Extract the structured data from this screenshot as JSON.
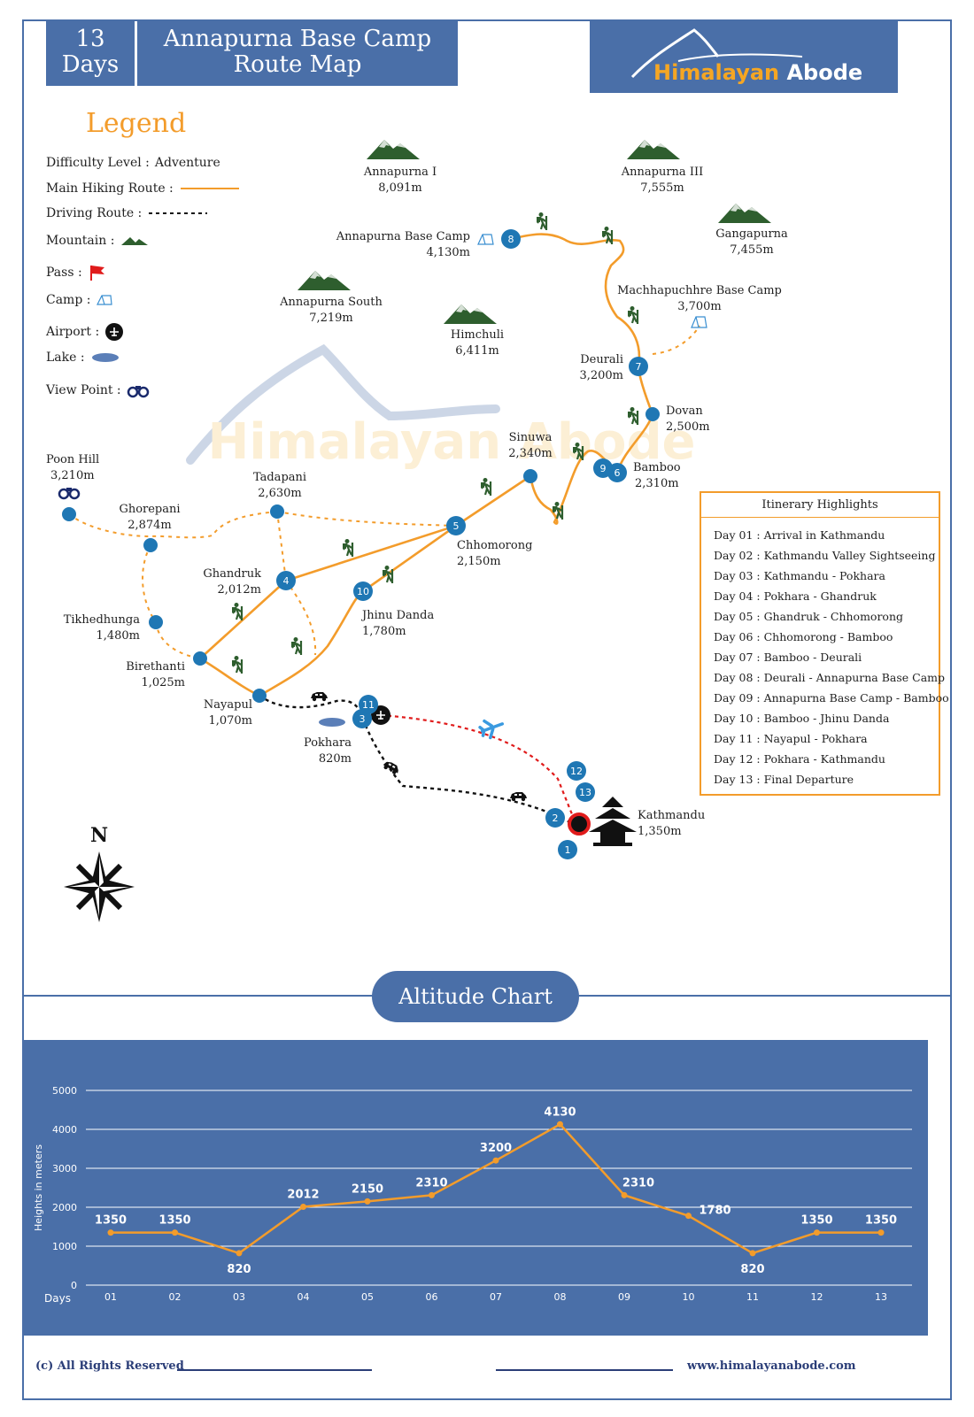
{
  "header": {
    "days_number": "13",
    "days_word": "Days",
    "title_line1": "Annapurna Base Camp",
    "title_line2": "Route Map",
    "brand_part1": "Himalayan",
    "brand_part2": "Abode"
  },
  "legend": {
    "title": "Legend",
    "difficulty_label": "Difficulty Level :",
    "difficulty_value": "Adventure",
    "main_route": "Main Hiking Route :",
    "driving_route": "Driving Route :",
    "mountain": "Mountain :",
    "pass": "Pass :",
    "camp": "Camp :",
    "airport": "Airport :",
    "lake": "Lake :",
    "viewpoint": "View Point :"
  },
  "watermark": "Himalayan Abode",
  "mountains": [
    {
      "name": "Annapurna I",
      "alt": "8,091m"
    },
    {
      "name": "Annapurna III",
      "alt": "7,555m"
    },
    {
      "name": "Gangapurna",
      "alt": "7,455m"
    },
    {
      "name": "Annapurna South",
      "alt": "7,219m"
    },
    {
      "name": "Himchuli",
      "alt": "6,411m"
    }
  ],
  "places": {
    "abc": {
      "name": "Annapurna Base Camp",
      "alt": "4,130m"
    },
    "mbc": {
      "name": "Machhapuchhre Base Camp",
      "alt": "3,700m"
    },
    "deurali": {
      "name": "Deurali",
      "alt": "3,200m"
    },
    "dovan": {
      "name": "Dovan",
      "alt": "2,500m"
    },
    "sinuwa": {
      "name": "Sinuwa",
      "alt": "2,340m"
    },
    "bamboo": {
      "name": "Bamboo",
      "alt": "2,310m"
    },
    "poonhill": {
      "name": "Poon Hill",
      "alt": "3,210m"
    },
    "ghorepani": {
      "name": "Ghorepani",
      "alt": "2,874m"
    },
    "tadapani": {
      "name": "Tadapani",
      "alt": "2,630m"
    },
    "chhomorong": {
      "name": "Chhomorong",
      "alt": "2,150m"
    },
    "ghandruk": {
      "name": "Ghandruk",
      "alt": "2,012m"
    },
    "jhinu": {
      "name": "Jhinu Danda",
      "alt": "1,780m"
    },
    "tikhedhunga": {
      "name": "Tikhedhunga",
      "alt": "1,480m"
    },
    "birethanti": {
      "name": "Birethanti",
      "alt": "1,025m"
    },
    "nayapul": {
      "name": "Nayapul",
      "alt": "1,070m"
    },
    "pokhara": {
      "name": "Pokhara",
      "alt": "820m"
    },
    "kathmandu": {
      "name": "Kathmandu",
      "alt": "1,350m"
    }
  },
  "day_markers": [
    "1",
    "2",
    "3",
    "4",
    "5",
    "6",
    "7",
    "8",
    "9",
    "10",
    "11",
    "12",
    "13"
  ],
  "compass": "N",
  "itinerary": {
    "title": "Itinerary Highlights",
    "items": [
      "Day 01 : Arrival in Kathmandu",
      "Day 02 : Kathmandu Valley Sightseeing",
      "Day 03 : Kathmandu - Pokhara",
      "Day 04 : Pokhara - Ghandruk",
      "Day 05 : Ghandruk - Chhomorong",
      "Day 06 : Chhomorong - Bamboo",
      "Day 07 : Bamboo - Deurali",
      "Day 08 : Deurali - Annapurna Base Camp",
      "Day 09 : Annapurna Base Camp - Bamboo",
      "Day 10 : Bamboo - Jhinu Danda",
      "Day 11 : Nayapul - Pokhara",
      "Day 12 : Pokhara - Kathmandu",
      "Day 13 : Final Departure"
    ]
  },
  "altitude_chart": {
    "tab_title": "Altitude Chart"
  },
  "chart_data": {
    "type": "line",
    "title": "",
    "xlabel": "Days",
    "ylabel": "Heights in meters",
    "categories": [
      "01",
      "02",
      "03",
      "04",
      "05",
      "06",
      "07",
      "08",
      "09",
      "10",
      "11",
      "12",
      "13"
    ],
    "values": [
      1350,
      1350,
      820,
      2012,
      2150,
      2310,
      3200,
      4130,
      2310,
      1780,
      820,
      1350,
      1350
    ],
    "yticks": [
      0,
      1000,
      2000,
      3000,
      4000,
      5000
    ],
    "ylim": [
      0,
      5000
    ],
    "grid": true,
    "line_color": "#f39c2b"
  },
  "footer": {
    "left": "(c) All Rights Reserved",
    "right": "www.himalayanabode.com"
  },
  "colors": {
    "brand_blue": "#4a6fa8",
    "route_orange": "#f39c2b",
    "marker_blue": "#1f77b4",
    "mountain_green": "#2e5e2e",
    "flight_red": "#e01b1b"
  }
}
